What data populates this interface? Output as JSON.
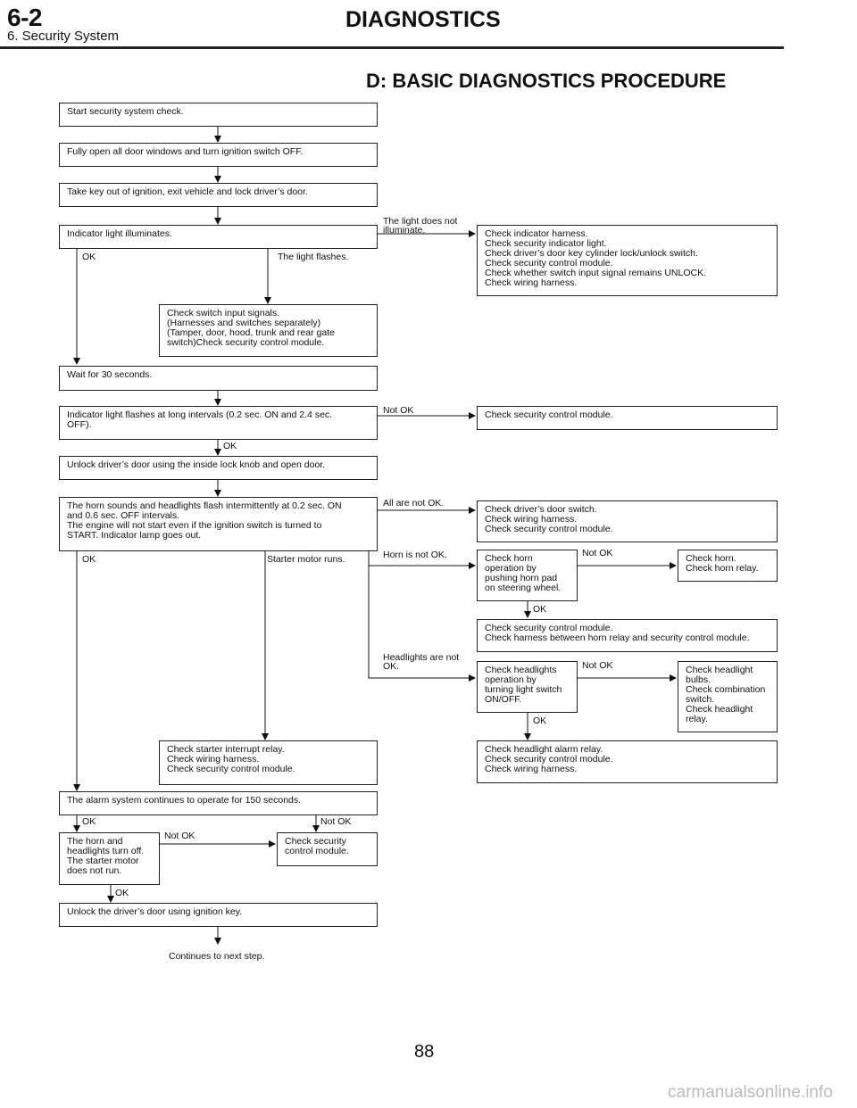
{
  "header": {
    "code": "6-2",
    "title": "DIAGNOSTICS",
    "subtitle": "6. Security System"
  },
  "section_title": "D: BASIC DIAGNOSTICS PROCEDURE",
  "steps": {
    "s1": "Start security system check.",
    "s2": "Fully open all door windows and turn ignition switch OFF.",
    "s3": "Take key out of ignition, exit vehicle and lock driver’s door.",
    "s4": "Indicator light illuminates.",
    "s5": "Check switch input signals.\n(Harnesses and switches separately)\n(Tamper, door, hood, trunk and rear gate\nswitch)Check security control module.",
    "s6": "Wait for 30 seconds.",
    "s7": "Indicator light flashes at long intervals (0.2 sec. ON and 2.4 sec.\nOFF).",
    "s8": "Unlock driver’s door using the inside lock knob and open door.",
    "s9": "The horn sounds and headlights flash intermittently at 0.2 sec. ON\nand 0.6 sec. OFF intervals.\nThe engine will not start even if the ignition switch is turned to\nSTART. Indicator lamp goes out.",
    "s10": "Check starter interrupt relay.\nCheck wiring harness.\nCheck security control module.",
    "s11": "The alarm system continues to operate for 150 seconds.",
    "s12": "The horn and\nheadlights turn off.\nThe starter motor\ndoes not run.",
    "s13": "Check security\ncontrol module.",
    "s14": "Unlock the driver’s door using ignition key.",
    "r1": "Check indicator harness.\nCheck security indicator light.\nCheck driver’s door key cylinder lock/unlock switch.\nCheck security control module.\nCheck whether switch input signal remains UNLOCK.\nCheck wiring harness.",
    "r2": "Check security control module.",
    "r3": "Check driver’s door switch.\nCheck wiring harness.\nCheck security control module.",
    "r4": "Check horn\noperation by\npushing horn pad\non steering wheel.",
    "r5": "Check horn.\nCheck horn relay.",
    "r6": "Check security control module.\nCheck harness between horn relay and security control module.",
    "r7": "Check headlights\noperation by\nturning light switch\nON/OFF.",
    "r8": "Check headlight\nbulbs.\nCheck combination\nswitch.\nCheck headlight\nrelay.",
    "r9": "Check headlight alarm relay.\nCheck security control module.\nCheck wiring harness."
  },
  "labels": {
    "not_illuminate": "The light does not\nilluminate.",
    "ok_1": "OK",
    "flashes": "The light flashes.",
    "not_ok_1": "Not OK",
    "ok_2": "OK",
    "all_not_ok": "All are not OK.",
    "ok_3": "OK",
    "starter_runs": "Starter motor runs.",
    "horn_not_ok": "Horn is not OK.",
    "not_ok_horn": "Not OK",
    "ok_horn": "OK",
    "headlights_not_ok": "Headlights are not\nOK.",
    "not_ok_head": "Not OK",
    "ok_head": "OK",
    "ok_4": "OK",
    "not_ok_4": "Not OK",
    "not_ok_5": "Not OK",
    "ok_5": "OK"
  },
  "footer": {
    "continues": "Continues to next step.",
    "page_number": "88",
    "watermark": "carmanualsonline.info"
  }
}
